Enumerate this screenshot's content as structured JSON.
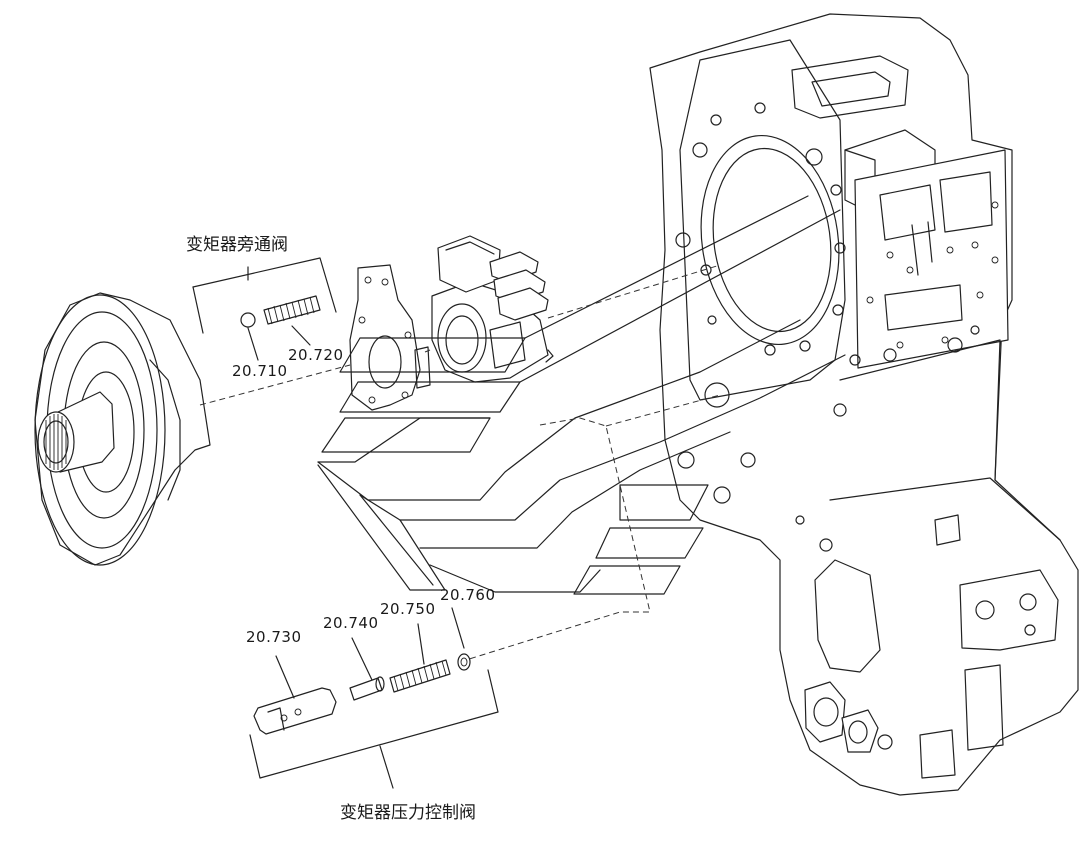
{
  "groups": {
    "bypass": {
      "title": "变矩器旁通阀",
      "parts": [
        "20.710",
        "20.720"
      ]
    },
    "pressure": {
      "title": "变矩器压力控制阀",
      "parts": [
        "20.730",
        "20.740",
        "20.750",
        "20.760"
      ]
    }
  },
  "parts": {
    "p710": "20.710",
    "p720": "20.720",
    "p730": "20.730",
    "p740": "20.740",
    "p750": "20.750",
    "p760": "20.760"
  },
  "colors": {
    "line": "#222222",
    "background": "#ffffff"
  }
}
